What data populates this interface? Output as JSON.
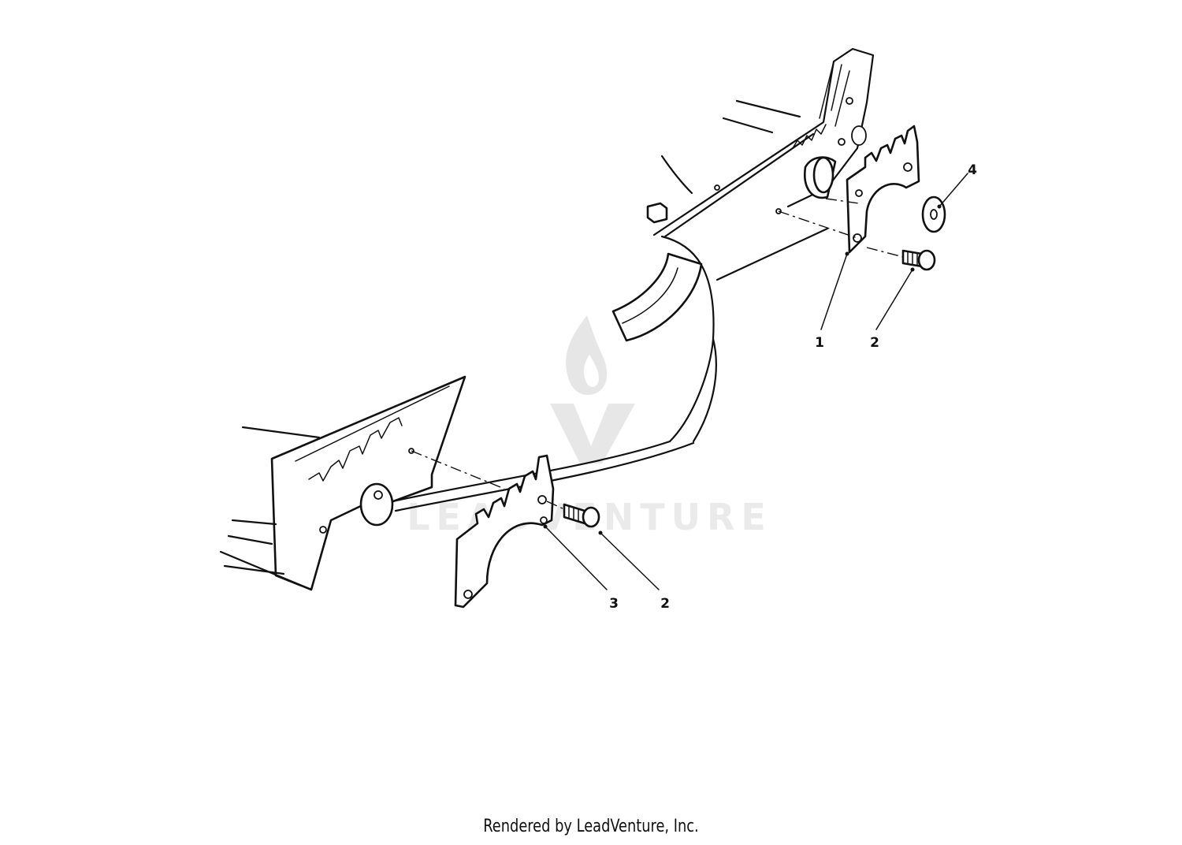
{
  "diagram": {
    "callouts": [
      {
        "id": "c1",
        "label": "1"
      },
      {
        "id": "c2a",
        "label": "2"
      },
      {
        "id": "c4",
        "label": "4"
      },
      {
        "id": "c3",
        "label": "3"
      },
      {
        "id": "c2b",
        "label": "2"
      }
    ],
    "watermark": {
      "text": "LEADVENTURE",
      "icon": "flame-v-logo-icon"
    }
  },
  "footer": {
    "text": "Rendered by LeadVenture, Inc."
  },
  "colors": {
    "line": "#111111",
    "background": "#ffffff",
    "watermark": "#d9d9d9"
  }
}
